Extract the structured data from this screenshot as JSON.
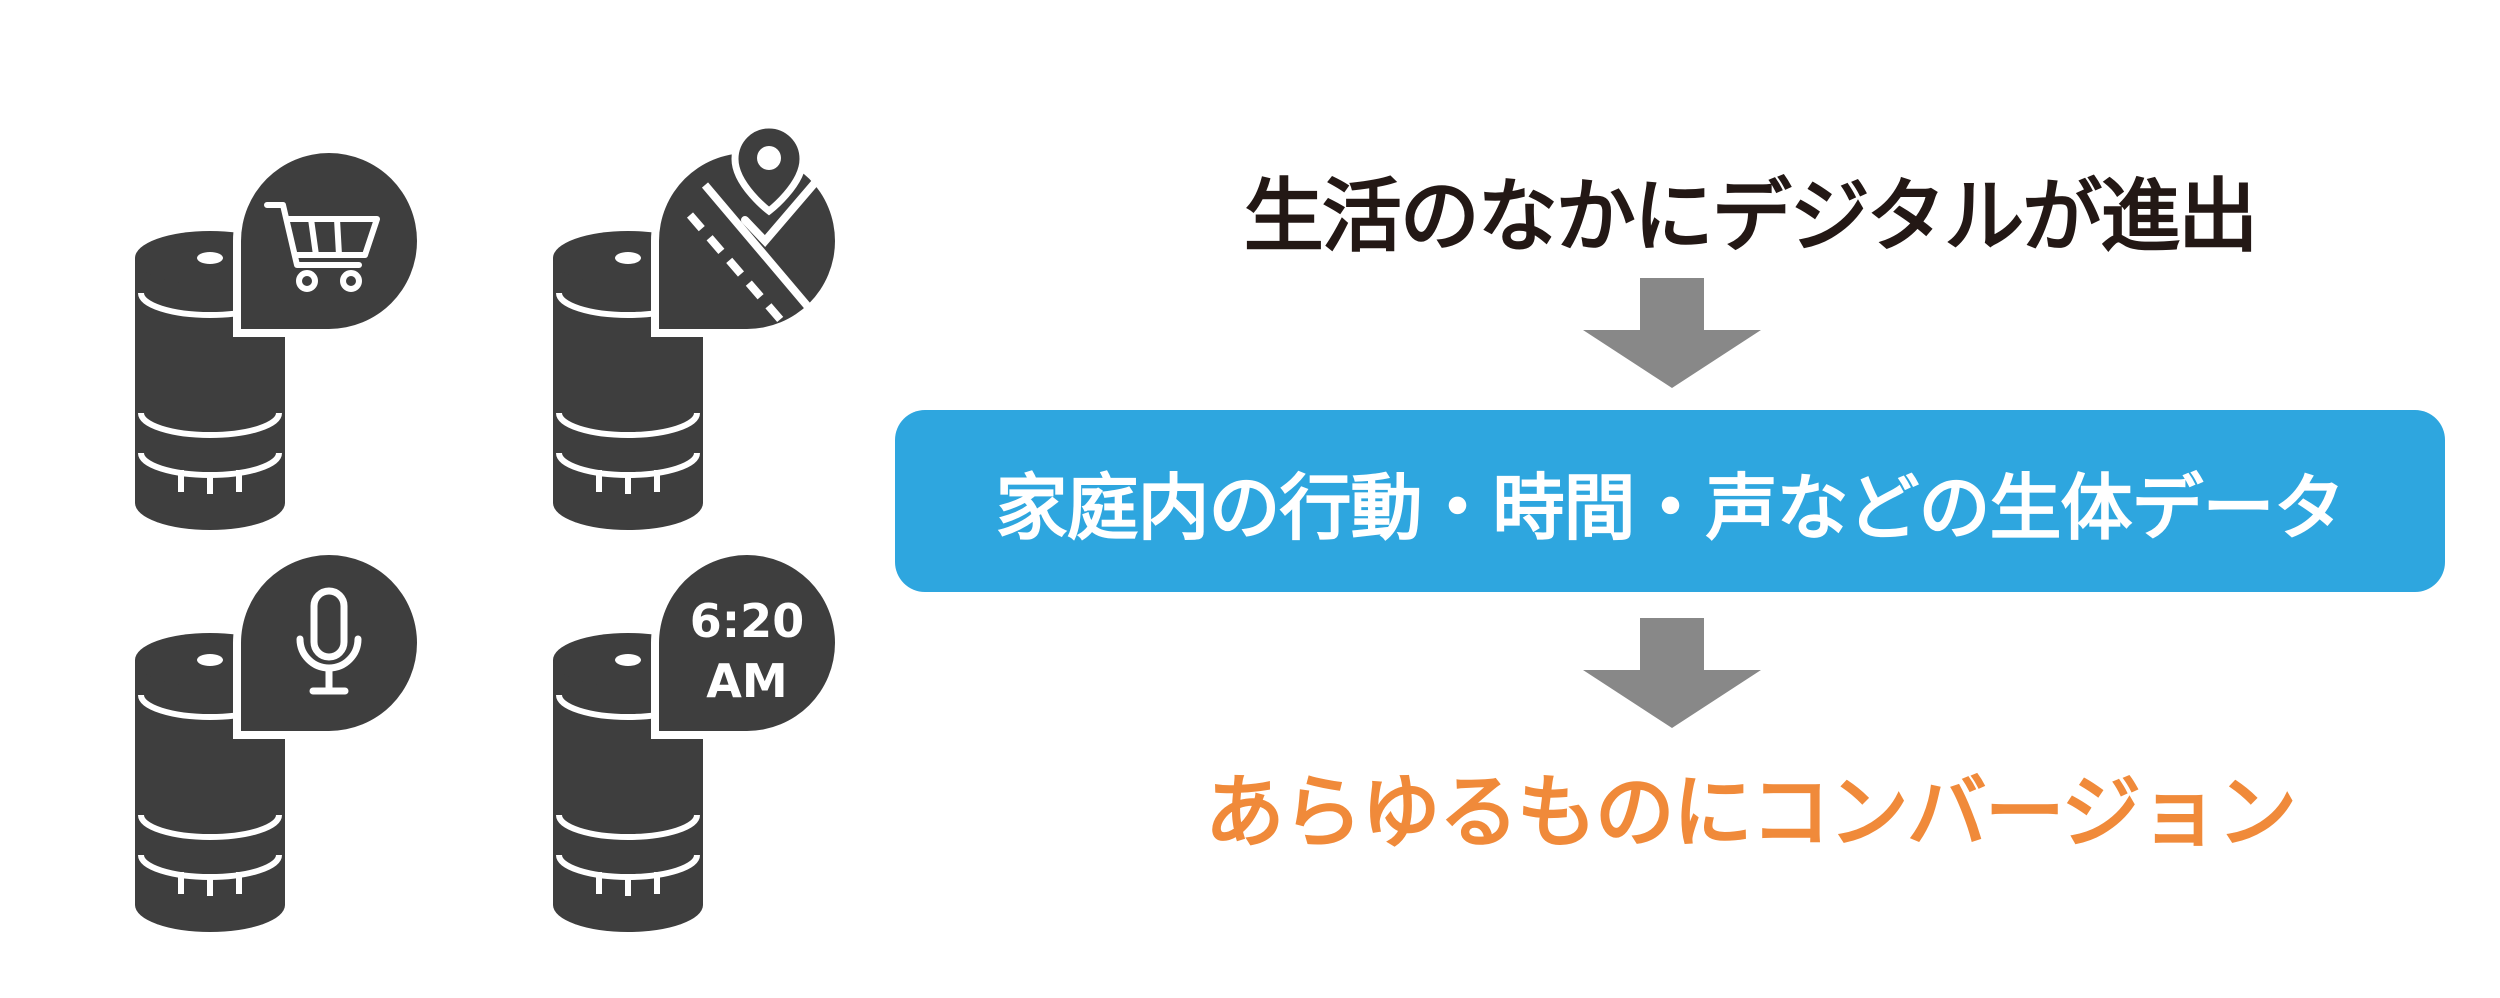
{
  "flow": {
    "top_label": "生活のなかにデジタルが進出",
    "middle_label": "家庭内の行動・時間・声などの生体データ",
    "bottom_label": "あらゆるものにコンバージョン"
  },
  "speakers": [
    {
      "bubble_icon": "shopping-cart-icon"
    },
    {
      "bubble_icon": "map-pin-icon"
    },
    {
      "bubble_icon": "microphone-icon"
    },
    {
      "bubble_icon": "clock-text",
      "time_line1": "6:20",
      "time_line2": "AM"
    }
  ],
  "colors": {
    "icon_dark": "#3E3E3E",
    "box_blue": "#2EA6DF",
    "arrow_gray": "#888888",
    "text_dark": "#231815",
    "text_orange": "#F08A3A"
  }
}
